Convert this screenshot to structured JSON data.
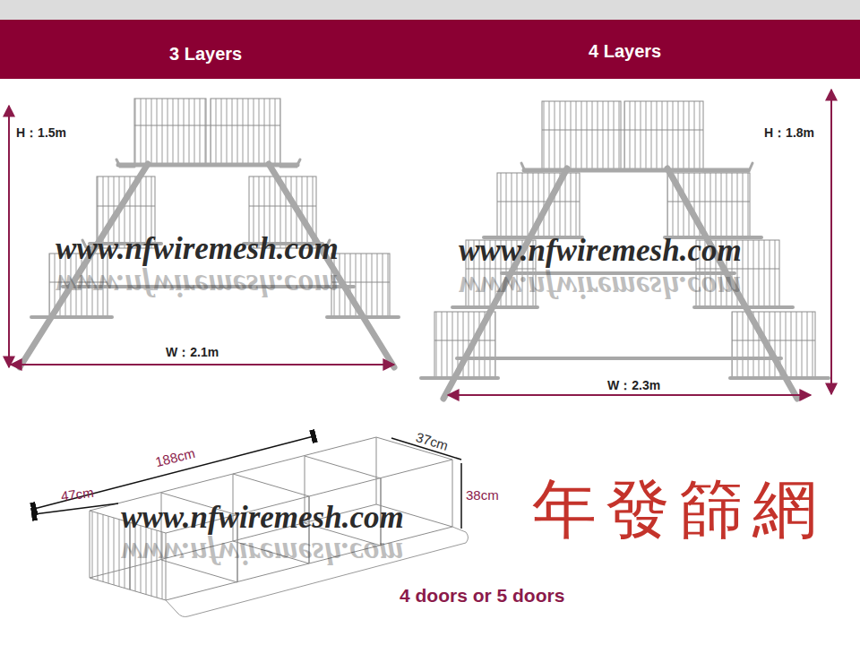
{
  "diagram": {
    "nodes": [
      {
        "text": [
          "3 Layers",
          "4 Layers"
        ]
      }
    ],
    "labels": [
      "H：1.5m",
      "W：2.1m",
      "H：1.8m",
      "W：2.3m",
      "www.nfwiremesh.com",
      "www.nfwiremesh.com",
      "www.nfwiremesh.com",
      "www.nfwiremesh.com",
      "188cm",
      "37cm",
      "47cm",
      "38cm",
      "www.nfwiremesh.com",
      "www.nfwiremesh.com",
      "年發篩網",
      "4 doors or 5 doors"
    ]
  }
}
